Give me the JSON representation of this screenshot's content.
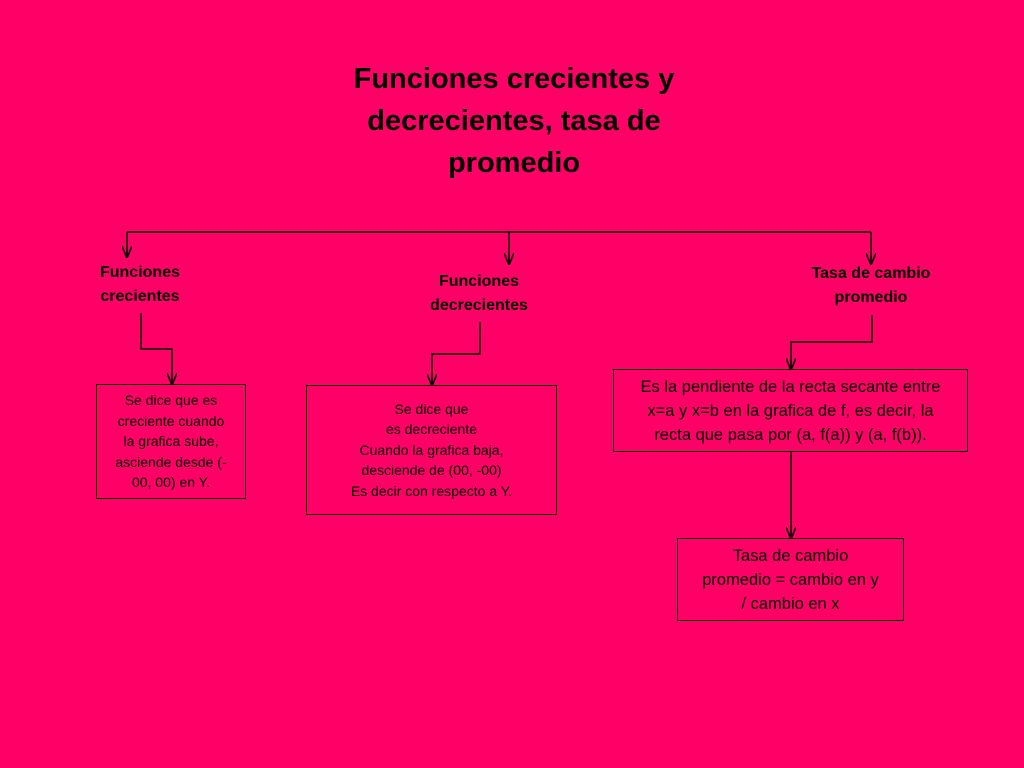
{
  "diagram": {
    "title_lines": [
      "Funciones crecientes y",
      "decrecientes, tasa de",
      "promedio"
    ],
    "branches": [
      {
        "label_lines": [
          "Funciones",
          "crecientes"
        ],
        "definition_lines": [
          "Se dice que es",
          "creciente cuando",
          "la grafica sube,",
          "asciende desde (-",
          "00, 00) en Y."
        ]
      },
      {
        "label_lines": [
          "Funciones",
          "decrecientes"
        ],
        "definition_lines": [
          "Se dice que",
          "es decreciente",
          "Cuando la grafica baja,",
          "desciende de (00, -00)",
          "Es decir con respecto a Y."
        ]
      },
      {
        "label_lines": [
          "Tasa de cambio",
          "promedio"
        ],
        "definition_lines": [
          "Es la pendiente de la recta secante entre",
          "x=a y x=b en la grafica de f, es decir, la",
          "recta que pasa por (a, f(a)) y (a, f(b))."
        ],
        "formula_lines": [
          "Tasa de cambio",
          "promedio = cambio en y",
          "/ cambio en x"
        ]
      }
    ]
  }
}
